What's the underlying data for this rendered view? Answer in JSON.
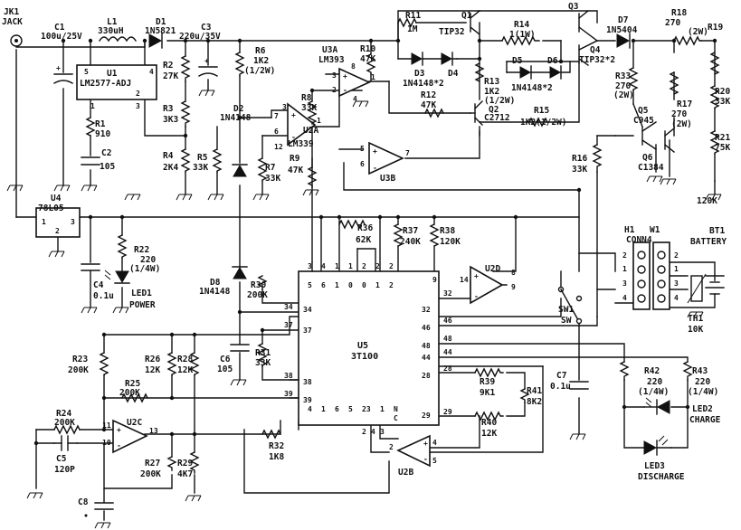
{
  "components": {
    "jk1": {
      "ref": "JK1",
      "value": "JACK"
    },
    "c1": {
      "ref": "C1",
      "value": "100u/25V"
    },
    "l1": {
      "ref": "L1",
      "value": "330uH"
    },
    "d1": {
      "ref": "D1",
      "value": "1N5821"
    },
    "c3": {
      "ref": "C3",
      "value": "220u/35V"
    },
    "u1": {
      "ref": "U1",
      "value": "LM2577-ADJ",
      "pins": [
        "5",
        "1",
        "4",
        "2",
        "3"
      ]
    },
    "r1": {
      "ref": "R1",
      "value": "910"
    },
    "c2": {
      "ref": "C2",
      "value": "105"
    },
    "r2": {
      "ref": "R2",
      "value": "27K"
    },
    "r3": {
      "ref": "R3",
      "value": "3K3"
    },
    "r4": {
      "ref": "R4",
      "value": "2K4"
    },
    "r5": {
      "ref": "R5",
      "value": "33K"
    },
    "r6": {
      "ref": "R6",
      "value": "1K2",
      "note": "(1/2W)"
    },
    "d2": {
      "ref": "D2",
      "value": "1N4148"
    },
    "u2a": {
      "ref": "U2A",
      "value": "LM339",
      "pins": [
        "3",
        "7",
        "6",
        "1",
        "12"
      ]
    },
    "r7": {
      "ref": "R7",
      "value": "33K"
    },
    "r8": {
      "ref": "R8",
      "value": "33K"
    },
    "u3a": {
      "ref": "U3A",
      "value": "LM393",
      "pins": [
        "8",
        "3",
        "2",
        "1",
        "4"
      ]
    },
    "r9": {
      "ref": "R9",
      "value": "47K"
    },
    "r10": {
      "ref": "R10",
      "value": "47K"
    },
    "u3b": {
      "ref": "U3B",
      "pins": [
        "5",
        "6",
        "7"
      ]
    },
    "r11": {
      "ref": "R11",
      "value": "1M"
    },
    "q1": {
      "ref": "Q1",
      "value": "TIP32"
    },
    "d3": {
      "ref": "D3"
    },
    "d4": {
      "ref": "D4"
    },
    "d34": {
      "value": "1N4148*2"
    },
    "r12": {
      "ref": "R12",
      "value": "47K"
    },
    "r13": {
      "ref": "R13",
      "value": "1K2",
      "note": "(1/2W)"
    },
    "q2": {
      "ref": "Q2",
      "value": "C2712"
    },
    "r14": {
      "ref": "R14",
      "value": "1(1W)"
    },
    "d5": {
      "ref": "D5"
    },
    "d6": {
      "ref": "D6"
    },
    "d56": {
      "value": "1N4148*2"
    },
    "r15": {
      "ref": "R15",
      "value": "1K2(1/2W)"
    },
    "q3": {
      "ref": "Q3"
    },
    "q4": {
      "ref": "Q4",
      "value": "TIP32*2"
    },
    "d7": {
      "ref": "D7",
      "value": "1N5404"
    },
    "r18": {
      "ref": "R18",
      "value": "270",
      "note": "(2W)"
    },
    "r19": {
      "ref": "R19",
      "value": "120K"
    },
    "r20": {
      "ref": "R20",
      "value": "33K"
    },
    "r21": {
      "ref": "R21",
      "value": "75K"
    },
    "r33": {
      "ref": "R33",
      "value": "270",
      "note": "(2W)"
    },
    "r17": {
      "ref": "R17",
      "value": "270",
      "note": "(2W)"
    },
    "q5": {
      "ref": "Q5",
      "value": "C945"
    },
    "q6": {
      "ref": "Q6",
      "value": "C1384"
    },
    "r16": {
      "ref": "R16",
      "value": "33K"
    },
    "u4": {
      "ref": "U4",
      "value": "78L05",
      "pins": [
        "1",
        "3",
        "2"
      ]
    },
    "r22": {
      "ref": "R22",
      "value": "220",
      "note": "(1/4W)"
    },
    "c4": {
      "ref": "C4",
      "value": "0.1u"
    },
    "led1": {
      "ref": "LED1",
      "value": "POWER"
    },
    "d8": {
      "ref": "D8",
      "value": "1N4148"
    },
    "r30": {
      "ref": "R30",
      "value": "200K"
    },
    "r31": {
      "ref": "R31",
      "value": "33K"
    },
    "c6": {
      "ref": "C6",
      "value": "105"
    },
    "r36": {
      "ref": "R36",
      "value": "62K"
    },
    "r37": {
      "ref": "R37",
      "value": "240K"
    },
    "r38": {
      "ref": "R38",
      "value": "120K"
    },
    "u5": {
      "ref": "U5",
      "value": "3T100",
      "top_pins": [
        "3",
        "4",
        "1",
        "1",
        "2",
        "2",
        "2",
        "9"
      ],
      "top_pins2": [
        "5",
        "6",
        "1",
        "0",
        "0",
        "1",
        "2"
      ],
      "left_pins": [
        "34",
        "37",
        "38",
        "39"
      ],
      "right_pins": [
        "32",
        "46",
        "48",
        "44",
        "28",
        "29"
      ],
      "bottom_pins": [
        "4",
        "1",
        "6",
        "5",
        "23",
        "1",
        "N",
        "C"
      ],
      "bottom_pins2": [
        "2",
        "4",
        "3"
      ]
    },
    "u2d": {
      "ref": "U2D",
      "pins": [
        "14",
        "8",
        "9"
      ]
    },
    "sw1": {
      "ref": "SW1",
      "value": "SW"
    },
    "c7": {
      "ref": "C7",
      "value": "0.1u"
    },
    "r39": {
      "ref": "R39",
      "value": "9K1"
    },
    "r41": {
      "ref": "R41",
      "value": "8K2"
    },
    "r40": {
      "ref": "R40",
      "value": "12K"
    },
    "u2b": {
      "ref": "U2B",
      "pins": [
        "2",
        "4",
        "5"
      ]
    },
    "r32": {
      "ref": "R32",
      "value": "1K8"
    },
    "r23": {
      "ref": "R23",
      "value": "200K"
    },
    "r26": {
      "ref": "R26",
      "value": "12K"
    },
    "r28": {
      "ref": "R28",
      "value": "12K"
    },
    "r25": {
      "ref": "R25",
      "value": "200K"
    },
    "r24": {
      "ref": "R24",
      "value": "200K"
    },
    "u2c": {
      "ref": "U2C",
      "pins": [
        "11",
        "10",
        "13"
      ]
    },
    "c5": {
      "ref": "C5",
      "value": "120P"
    },
    "r27": {
      "ref": "R27",
      "value": "200K"
    },
    "r29": {
      "ref": "R29",
      "value": "4K7"
    },
    "c8": {
      "ref": "C8"
    },
    "h1": {
      "ref": "H1"
    },
    "w1": {
      "ref": "W1"
    },
    "conn4": {
      "ref": "CONN4",
      "pins": [
        "2",
        "1",
        "3",
        "4"
      ]
    },
    "bt1": {
      "ref": "BT1",
      "value": "BATTERY"
    },
    "th1": {
      "ref": "TH1",
      "value": "10K"
    },
    "r42": {
      "ref": "R42",
      "value": "220",
      "note": "(1/4W)"
    },
    "r43": {
      "ref": "R43",
      "value": "220",
      "note": "(1/4W)"
    },
    "led2": {
      "ref": "LED2",
      "value": "CHARGE"
    },
    "led3": {
      "ref": "LED3",
      "value": "DISCHARGE"
    }
  }
}
